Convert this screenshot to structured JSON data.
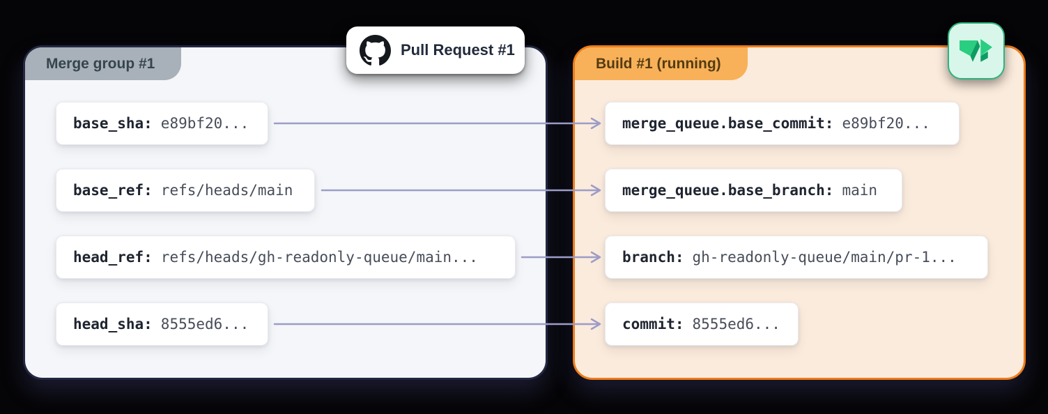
{
  "pull_request": {
    "label": "Pull Request #1",
    "icon": "github-icon"
  },
  "merge_group": {
    "title": "Merge group #1",
    "tab_color": "#a8b1b9",
    "panel_fill": "#f4f6f9",
    "panel_border": "#232741",
    "fields": [
      {
        "label": "base_sha:",
        "value": "e89bf20..."
      },
      {
        "label": "base_ref:",
        "value": "refs/heads/main"
      },
      {
        "label": "head_ref:",
        "value": "refs/heads/gh-readonly-queue/main..."
      },
      {
        "label": "head_sha:",
        "value": "8555ed6..."
      }
    ]
  },
  "build": {
    "title": "Build #1 (running)",
    "tab_color": "#f8b158",
    "panel_fill": "#fbebdc",
    "panel_border": "#ee7d1b",
    "logo": "buildkite-logo-icon",
    "logo_colors": {
      "bright": "#29ce80",
      "dark": "#0e9c62",
      "tile": "#d8f7ea",
      "tile_border": "#2fb27d"
    },
    "fields": [
      {
        "label": "merge_queue.base_commit:",
        "value": "e89bf20..."
      },
      {
        "label": "merge_queue.base_branch:",
        "value": "main"
      },
      {
        "label": "branch:",
        "value": "gh-readonly-queue/main/pr-1..."
      },
      {
        "label": "commit:",
        "value": "8555ed6..."
      }
    ]
  },
  "arrows": {
    "color": "#9c9cc8",
    "mappings": [
      {
        "from": "base_sha",
        "to": "merge_queue.base_commit"
      },
      {
        "from": "base_ref",
        "to": "merge_queue.base_branch"
      },
      {
        "from": "head_ref",
        "to": "branch"
      },
      {
        "from": "head_sha",
        "to": "commit"
      }
    ]
  },
  "background_color": "#050507"
}
